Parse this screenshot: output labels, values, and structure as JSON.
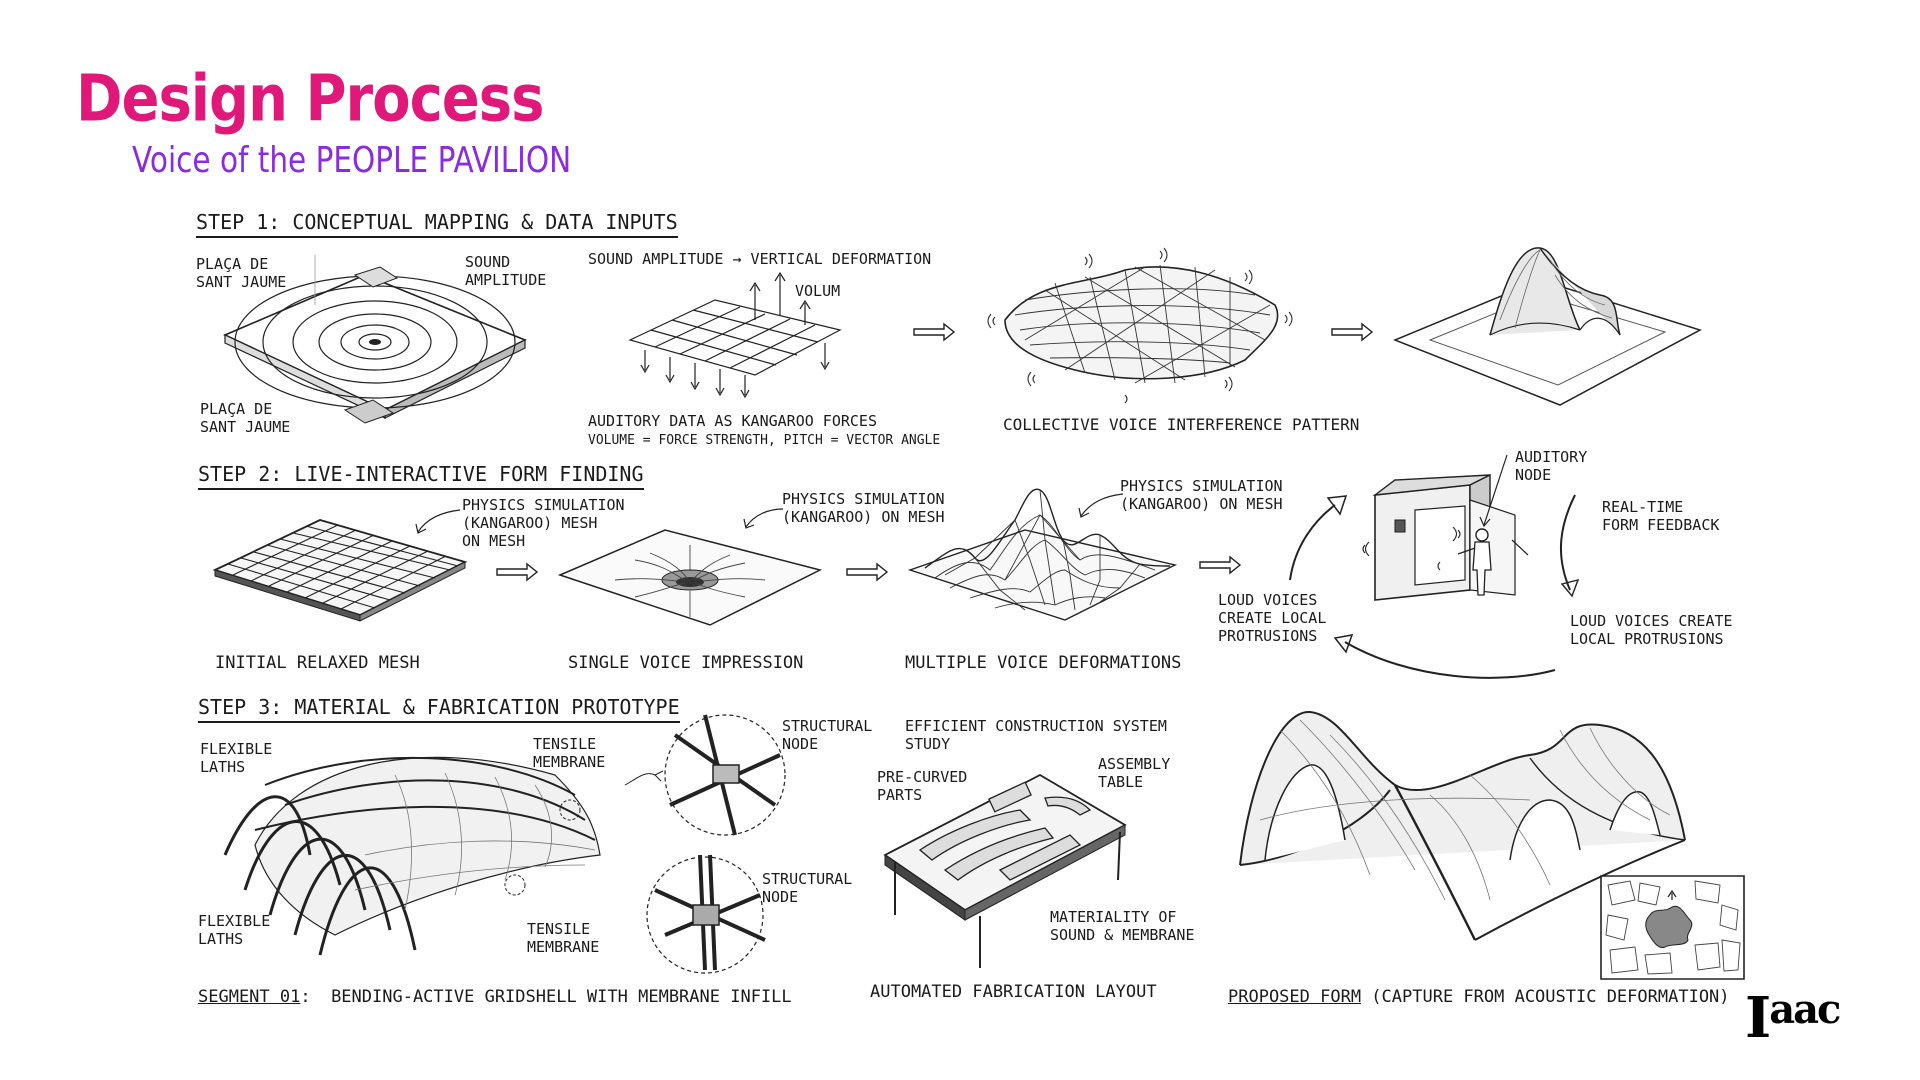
{
  "header": {
    "title": "Design Process",
    "subtitle": "Voice of the PEOPLE PAVILION"
  },
  "step1": {
    "heading": "STEP 1: CONCEPTUAL MAPPING & DATA INPUTS",
    "plaza_label_top": "PLAÇA DE\nSANT JAUME",
    "plaza_label_bottom": "PLAÇA DE\nSANT JAUME",
    "sound_amplitude": "SOUND\nAMPLITUDE",
    "deformation_title": "SOUND AMPLITUDE → VERTICAL DEFORMATION",
    "volum": "VOLUM",
    "auditory_data": "AUDITORY DATA AS KANGAROO FORCES",
    "auditory_sub": "VOLUME = FORCE STRENGTH, PITCH = VECTOR ANGLE",
    "interference": "COLLECTIVE VOICE INTERFERENCE PATTERN"
  },
  "step2": {
    "heading": "STEP 2: LIVE-INTERACTIVE FORM FINDING",
    "physics_1": "PHYSICS SIMULATION\n(KANGAROO) MESH\nON MESH",
    "physics_2": "PHYSICS SIMULATION\n(KANGAROO) ON MESH",
    "physics_3": "PHYSICS SIMULATION\n(KANGAROO) ON MESH",
    "initial_mesh": "INITIAL RELAXED MESH",
    "single_voice": "SINGLE VOICE IMPRESSION",
    "multiple_voice": "MULTIPLE VOICE DEFORMATIONS",
    "auditory_node": "AUDITORY\nNODE",
    "realtime": "REAL-TIME\nFORM FEEDBACK",
    "loud_left": "LOUD VOICES\nCREATE LOCAL\nPROTRUSIONS",
    "loud_right": "LOUD VOICES CREATE\nLOCAL PROTRUSIONS"
  },
  "step3": {
    "heading": "STEP 3: MATERIAL & FABRICATION PROTOTYPE",
    "flexible_top": "FLEXIBLE\nLATHS",
    "flexible_bottom": "FLEXIBLE\nLATHS",
    "tensile_top": "TENSILE\nMEMBRANE",
    "tensile_bottom": "TENSILE\nMEMBRANE",
    "node_top": "STRUCTURAL\nNODE",
    "node_bottom": "STRUCTURAL\nNODE",
    "efficient": "EFFICIENT CONSTRUCTION SYSTEM\nSTUDY",
    "precurved": "PRE-CURVED\nPARTS",
    "assembly": "ASSEMBLY\nTABLE",
    "materiality": "MATERIALITY OF\nSOUND & MEMBRANE",
    "segment_prefix": "SEGMENT 01",
    "segment_rest": ":  BENDING-ACTIVE GRIDSHELL WITH MEMBRANE INFILL",
    "automated": "AUTOMATED FABRICATION LAYOUT",
    "proposed_prefix": "PROPOSED FORM",
    "proposed_rest": " (CAPTURE FROM ACOUSTIC DEFORMATION)"
  },
  "logo": {
    "text": "Iaac"
  },
  "colors": {
    "title": "#e0187a",
    "subtitle": "#8a2be2",
    "ink": "#1b1b1b"
  }
}
